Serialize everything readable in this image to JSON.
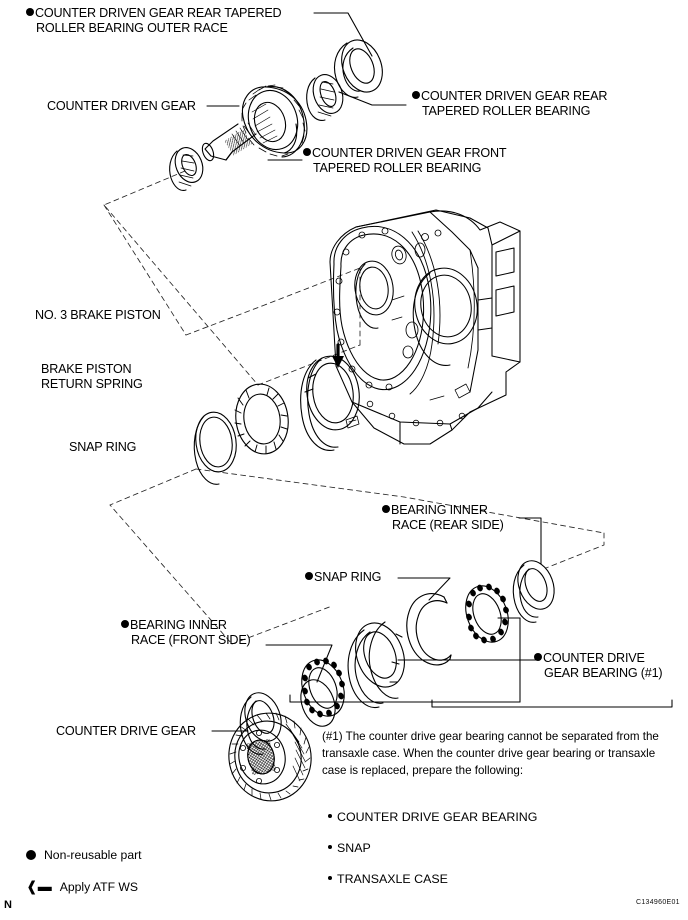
{
  "document": {
    "type": "exploded-view-service-diagram",
    "figure_code": "C134960E01",
    "page_marker": "N"
  },
  "callouts": [
    {
      "id": "counter-driven-gear-rear-tapered-roller-bearing-outer-race",
      "non_reusable": true,
      "lines": [
        "COUNTER DRIVEN GEAR REAR TAPERED",
        "ROLLER BEARING OUTER RACE"
      ]
    },
    {
      "id": "counter-driven-gear",
      "non_reusable": false,
      "lines": [
        "COUNTER DRIVEN GEAR"
      ]
    },
    {
      "id": "counter-driven-gear-rear-tapered-roller-bearing",
      "non_reusable": true,
      "lines": [
        "COUNTER DRIVEN GEAR REAR",
        "TAPERED ROLLER BEARING"
      ]
    },
    {
      "id": "counter-driven-gear-front-tapered-roller-bearing",
      "non_reusable": true,
      "lines": [
        "COUNTER DRIVEN GEAR FRONT",
        "TAPERED ROLLER BEARING"
      ]
    },
    {
      "id": "no-3-brake-piston",
      "non_reusable": false,
      "lines": [
        "NO. 3 BRAKE PISTON"
      ]
    },
    {
      "id": "brake-piston-return-spring",
      "non_reusable": false,
      "lines": [
        "BRAKE PISTON",
        "RETURN SPRING"
      ]
    },
    {
      "id": "snap-ring-upper",
      "non_reusable": false,
      "lines": [
        "SNAP RING"
      ]
    },
    {
      "id": "bearing-inner-race-rear-side",
      "non_reusable": true,
      "lines": [
        "BEARING INNER",
        "RACE (REAR SIDE)"
      ]
    },
    {
      "id": "snap-ring-lower",
      "non_reusable": true,
      "lines": [
        "SNAP RING"
      ]
    },
    {
      "id": "bearing-inner-race-front-side",
      "non_reusable": true,
      "lines": [
        "BEARING INNER",
        "RACE (FRONT SIDE)"
      ]
    },
    {
      "id": "counter-drive-gear-bearing",
      "non_reusable": true,
      "lines": [
        "COUNTER DRIVE",
        "GEAR BEARING (#1)"
      ]
    },
    {
      "id": "counter-drive-gear",
      "non_reusable": false,
      "lines": [
        "COUNTER DRIVE GEAR"
      ]
    }
  ],
  "note": {
    "text": "(#1) The counter drive gear bearing cannot be separated from the transaxle case. When the counter drive gear bearing or transaxle case is replaced, prepare the following:"
  },
  "note_list": [
    "COUNTER DRIVE GEAR BEARING",
    "SNAP",
    "TRANSAXLE CASE"
  ],
  "legend": [
    {
      "symbol": "filled-circle",
      "label": "Non-reusable part"
    },
    {
      "symbol": "left-arrow",
      "label": "Apply ATF WS"
    }
  ],
  "colors": {
    "ink": "#000000",
    "paper": "#ffffff"
  }
}
